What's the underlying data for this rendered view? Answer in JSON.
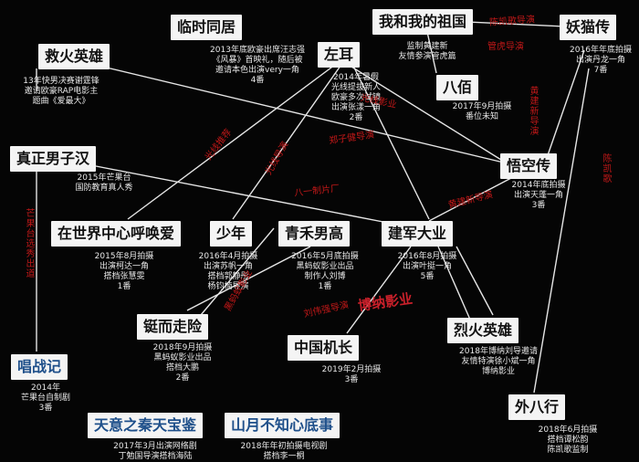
{
  "nodes": {
    "jiuhuo": "救火英雄",
    "linshi": "临时同居",
    "zuoer": "左耳",
    "zuguo": "我和我的祖国",
    "yaomao": "妖猫传",
    "babai": "八佰",
    "zhenzheng": "真正男子汉",
    "wukong": "悟空传",
    "zaishijie": "在世界中心呼唤爱",
    "shaonian": "少年",
    "qinghe": "青禾男高",
    "jianjun": "建军大业",
    "tingerzou": "铤而走险",
    "zhongguo": "中国机长",
    "liehuo": "烈火英雄",
    "changzhan": "唱战记",
    "waibahang": "外八行",
    "tianyi": "天意之秦天宝鉴",
    "shanyue": "山月不知心底事"
  },
  "notes": {
    "jiuhuo": "13年快男决赛谢霆锋\n邀请欧豪RAP电影主\n题曲《爱最大》",
    "linshi": "2013年底欧豪出席汪志强\n《风暴》首映礼，随后被\n邀请本色出演very一角\n4番",
    "zuoer": "2014年暑假\n光线提拔新人\n欧豪多次试镜\n出演张漾一角\n2番",
    "zuguo": "监制黄建新\n友情参演管虎篇",
    "yaomao": "2016年年底拍摄\n出演丹龙一角\n7番",
    "babai": "2017年9月拍摄\n番位未知",
    "zhenzheng": "2015年芒果台\n国防教育真人秀",
    "wukong": "2014年底拍摄\n出演天蓬一角\n3番",
    "zaishijie": "2015年8月拍摄\n出演柯达一角\n搭档张慧雯\n1番",
    "shaonian": "2016年4月拍摄\n出演苏帆一角\n搭档郭静彤\n杨钧楠导演",
    "qinghe": "2016年5月底拍摄\n黑蚂蚁影业出品\n制作人刘博\n1番",
    "jianjun": "2016年8月拍摄\n出演叶挺一角\n5番",
    "tingerzou": "2018年9月拍摄\n黑蚂蚁影业出品\n搭档大鹏\n2番",
    "zhongguo": "2019年2月拍摄\n3番",
    "liehuo": "2018年博纳刘导邀请\n友情特演徐小斌一角\n博纳影业",
    "changzhan": "2014年\n芒果台自制剧\n3番",
    "waibahang": "2018年6月拍摄\n搭档谭松韵\n陈凯歌监制",
    "tianyi": "2017年3月出演网络剧\n丁勉国导演搭档海陆",
    "shanyue": "2018年年初拍摄电视剧\n搭档李一桐"
  },
  "link_labels": {
    "chenkaige_1": "陈凯歌导演",
    "guanhu": "管虎导演",
    "guangxian_yingye": "光线影业",
    "huangjianxin": "黄建新导演",
    "guangxian_tuijian": "光线推荐",
    "guangxian_daoyan": "光线导演",
    "zhengzijian": "郑子健导演",
    "bayi": "八一制片厂",
    "mangguo": "芒果台选秀出道",
    "chenkaige_2": "陈凯歌",
    "huangjianxin_2": "黄建新导演",
    "heimayi": "黑蚂蚁影业",
    "liuweiqiang": "刘伟强导演",
    "bona": "博纳影业"
  }
}
